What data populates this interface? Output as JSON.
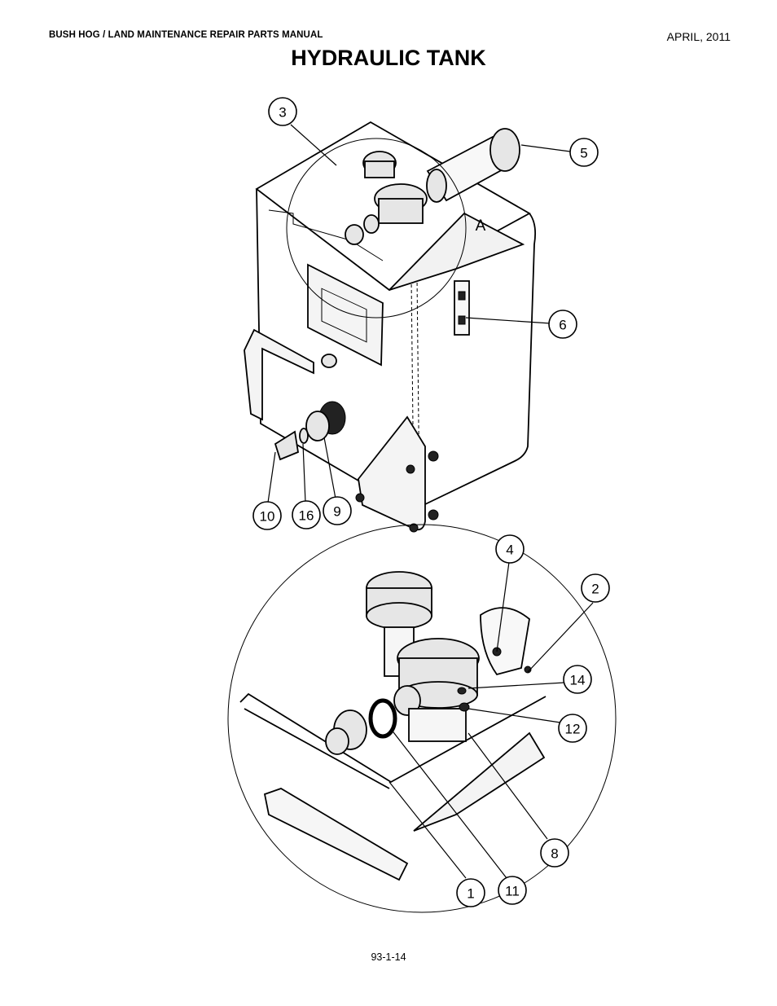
{
  "header": {
    "manual_title": "BUSH HOG / LAND MAINTENANCE REPAIR PARTS MANUAL",
    "date": "APRIL, 2011"
  },
  "page_title": "HYDRAULIC TANK",
  "footer": {
    "page_number": "93-1-14"
  },
  "diagram": {
    "detail_label": "A",
    "callouts": [
      "3",
      "5",
      "6",
      "10",
      "16",
      "9",
      "4",
      "2",
      "14",
      "12",
      "8",
      "1",
      "11"
    ]
  }
}
